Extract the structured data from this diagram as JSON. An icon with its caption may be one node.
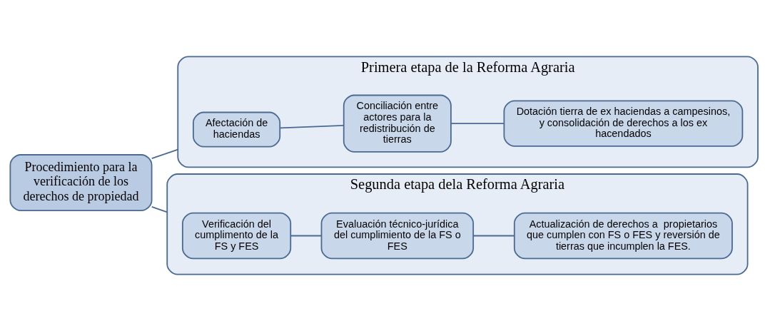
{
  "diagram": {
    "nodes": [
      {
        "text": [
          "Procedimiento para la verificación de los derechos de propiedad"
        ]
      },
      {
        "text": [
          "Primera etapa de la Reforma Agraria"
        ]
      },
      {
        "text": [
          "Afectación de haciendas"
        ],
        "in": 1
      },
      {
        "text": [
          "Conciliación entre actores para la redistribución de tierras"
        ],
        "in": 1
      },
      {
        "text": [
          "Dotación tierra de ex haciendas a campesinos, y consolidación de derechos a los ex hacendados"
        ],
        "in": 1
      },
      {
        "text": [
          "Segunda etapa dela Reforma Agraria"
        ]
      },
      {
        "text": [
          "Verificación del cumplimento de la FS y FES"
        ],
        "in": 5
      },
      {
        "text": [
          "Evaluación técnico-jurídica del cumplimiento de la FS o FES"
        ],
        "in": 5
      },
      {
        "text": [
          "Actualización de derechos a  propietarios que cumplen con FS o FES y reversión de tierras que incumplen la FES."
        ],
        "in": 5
      }
    ],
    "edges": [
      {
        "from": 0,
        "to": 1,
        "arrow": "none"
      },
      {
        "from": 0,
        "to": 5,
        "arrow": "none"
      },
      {
        "from": 2,
        "to": 3,
        "arrow": "none"
      },
      {
        "from": 3,
        "to": 4,
        "arrow": "none"
      },
      {
        "from": 6,
        "to": 7,
        "arrow": "none"
      },
      {
        "from": 7,
        "to": 8,
        "arrow": "none"
      }
    ]
  }
}
